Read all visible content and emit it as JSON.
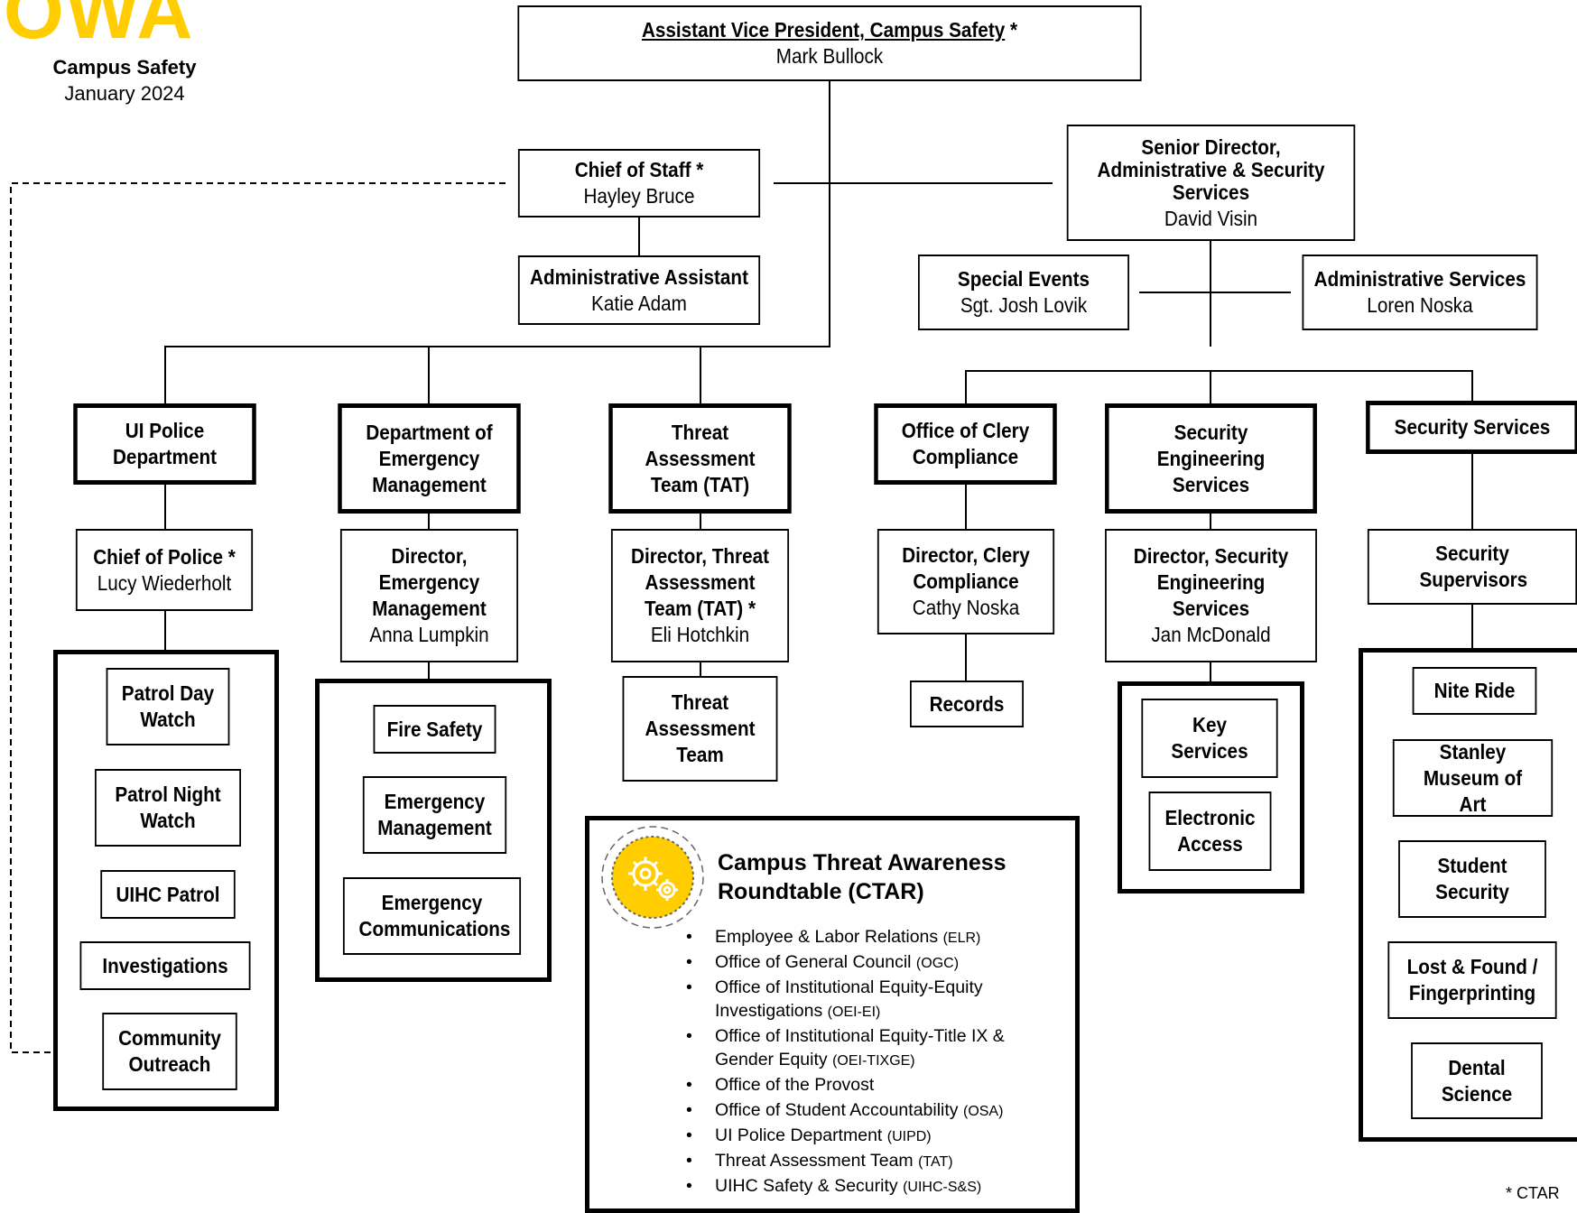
{
  "header": {
    "logo": "IOWA",
    "org": "Campus Safety",
    "date": "January 2024"
  },
  "colors": {
    "brand": "#FFCD00",
    "line": "#000000"
  },
  "avp": {
    "title": "Assistant Vice President, Campus Safety",
    "star": " *",
    "name": "Mark Bullock"
  },
  "chief_of_staff": {
    "title": "Chief of Staff *",
    "name": "Hayley Bruce"
  },
  "admin_assistant": {
    "title": "Administrative Assistant",
    "name": "Katie Adam"
  },
  "senior_director": {
    "title": "Senior Director, Administrative & Security Services",
    "name": "David Visin"
  },
  "special_events": {
    "title": "Special Events",
    "name": "Sgt. Josh Lovik"
  },
  "admin_services": {
    "title": "Administrative Services",
    "name": "Loren Noska"
  },
  "departments": {
    "police": {
      "title": "UI Police Department",
      "head": {
        "title": "Chief of Police *",
        "name": "Lucy Wiederholt"
      },
      "units": [
        "Patrol Day Watch",
        "Patrol Night Watch",
        "UIHC Patrol",
        "Investigations",
        "Community Outreach"
      ]
    },
    "emergency": {
      "title": "Department of Emergency Management",
      "head": {
        "title": "Director, Emergency Management",
        "name": "Anna Lumpkin"
      },
      "units": [
        "Fire Safety",
        "Emergency Management",
        "Emergency Communications"
      ]
    },
    "threat": {
      "title": "Threat Assessment Team (TAT)",
      "head": {
        "title": "Director, Threat Assessment Team (TAT) *",
        "name": "Eli Hotchkin"
      },
      "units": [
        "Threat Assessment Team"
      ]
    },
    "clery": {
      "title": "Office of Clery Compliance",
      "head": {
        "title": "Director, Clery Compliance",
        "name": "Cathy Noska"
      },
      "units": [
        "Records"
      ]
    },
    "engineering": {
      "title": "Security Engineering Services",
      "head": {
        "title": "Director, Security Engineering Services",
        "name": "Jan McDonald"
      },
      "units": [
        "Key Services",
        "Electronic Access"
      ]
    },
    "security": {
      "title": "Security Services",
      "head": {
        "title": "Security Supervisors"
      },
      "units": [
        "Nite Ride",
        "Stanley Museum of Art",
        "Student Security",
        "Lost & Found / Fingerprinting",
        "Dental Science"
      ]
    }
  },
  "ctar": {
    "icon": "gears-icon",
    "title": "Campus Threat Awareness Roundtable (CTAR)",
    "members": [
      {
        "name": "Employee & Labor Relations",
        "abbr": "(ELR)"
      },
      {
        "name": "Office of General Council",
        "abbr": "(OGC)"
      },
      {
        "name": "Office of Institutional Equity-Equity Investigations",
        "abbr": "(OEI-EI)"
      },
      {
        "name": "Office of Institutional Equity-Title IX & Gender Equity",
        "abbr": "(OEI-TIXGE)"
      },
      {
        "name": "Office of the Provost",
        "abbr": ""
      },
      {
        "name": "Office of Student Accountability",
        "abbr": "(OSA)"
      },
      {
        "name": "UI Police Department",
        "abbr": "(UIPD)"
      },
      {
        "name": "Threat Assessment Team",
        "abbr": "(TAT)"
      },
      {
        "name": "UIHC Safety & Security",
        "abbr": "(UIHC-S&S)"
      }
    ]
  },
  "footnote": "* CTAR"
}
